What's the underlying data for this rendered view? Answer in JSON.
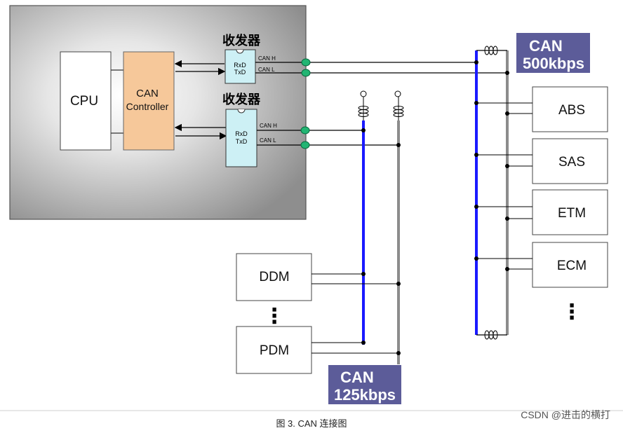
{
  "diagram": {
    "cpu_label": "CPU",
    "controller_label_line1": "CAN",
    "controller_label_line2": "Controller",
    "transceiver_title": "收发器",
    "transceiver_rx": "RxD",
    "transceiver_tx": "TxD",
    "can_h": "CAN H",
    "can_l": "CAN L",
    "bus_fast_label_line1": "CAN",
    "bus_fast_label_line2": "500kbps",
    "bus_slow_label_line1": "CAN",
    "bus_slow_label_line2": "125kbps",
    "fast_nodes": [
      "ABS",
      "SAS",
      "ETM",
      "ECM"
    ],
    "slow_nodes": [
      "DDM",
      "PDM"
    ],
    "ellipsis": "⋮",
    "caption": "图 3.   CAN 连接图",
    "watermark": "CSDN @进击的横打",
    "colors": {
      "bus_blue": "#1a1aff",
      "bus_gray": "#8c8c8c",
      "connector_green": "#22b573",
      "controller_orange": "#f6c89a",
      "transceiver_cyan": "#cdf0f5",
      "label_box": "#5c5c99"
    }
  }
}
